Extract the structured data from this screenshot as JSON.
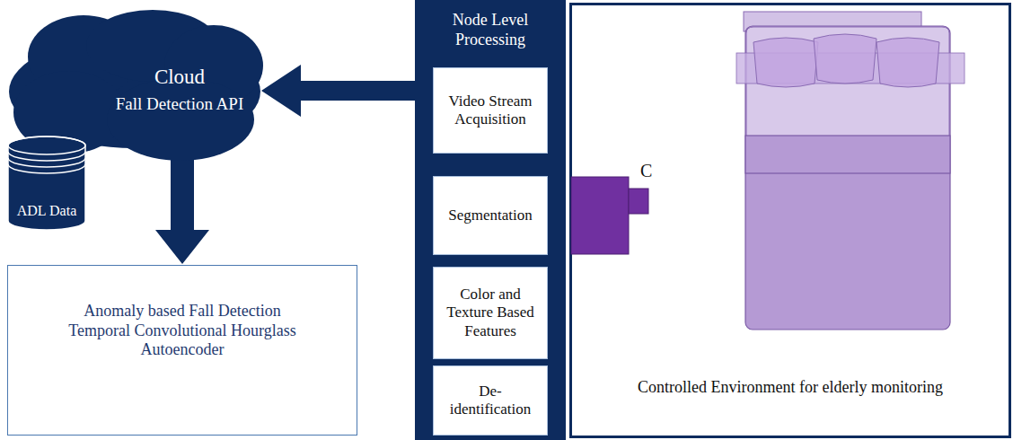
{
  "diagram": {
    "nodes": [
      {
        "text": [
          "Cloud",
          "Fall Detection API"
        ]
      },
      {
        "text": [
          "ADL Data"
        ]
      },
      {
        "text": [
          "Anomaly based Fall Detection Temporal Convolutional Hourglass Autoencoder"
        ]
      },
      {
        "text": [
          "Node Level Processing"
        ]
      },
      {
        "text": [
          "Video Stream Acquisition"
        ],
        "in": 3
      },
      {
        "text": [
          "Segmentation"
        ],
        "in": 3
      },
      {
        "text": [
          "Color and Texture Based Features"
        ],
        "in": 3
      },
      {
        "text": [
          "De-identification"
        ],
        "in": 3
      },
      {
        "text": [
          "Controlled Environment for elderly monitoring"
        ]
      }
    ],
    "edges": [
      {
        "from": 3,
        "to": 0,
        "arrow": "to"
      },
      {
        "from": 0,
        "to": 2,
        "arrow": "to"
      }
    ],
    "labels": [
      "C"
    ]
  }
}
